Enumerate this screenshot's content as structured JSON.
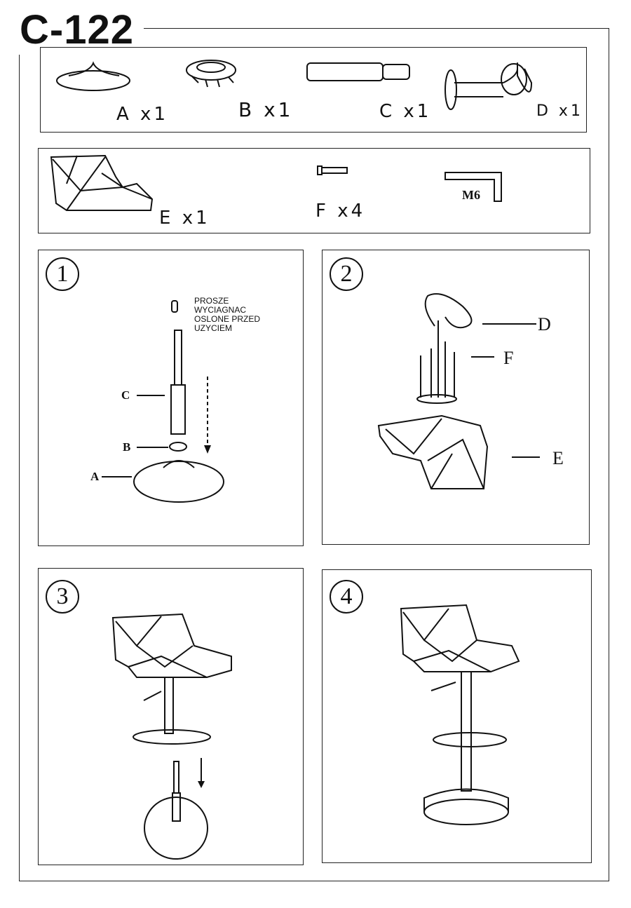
{
  "title": "C-122",
  "parts": [
    {
      "id": "A",
      "label": "A x1"
    },
    {
      "id": "B",
      "label": "B x1"
    },
    {
      "id": "C",
      "label": "C x1"
    },
    {
      "id": "D",
      "label": "D x1"
    },
    {
      "id": "E",
      "label": "E x1"
    },
    {
      "id": "F",
      "label": "F x4"
    },
    {
      "id": "M6",
      "label": "M6"
    }
  ],
  "steps": [
    {
      "number": "1",
      "labels": [
        "C",
        "B",
        "A"
      ],
      "note": [
        "PROSZE",
        "WYCIAGNAC",
        "OSLONE PRZED",
        "UZYCIEM"
      ]
    },
    {
      "number": "2",
      "labels": [
        "D",
        "F",
        "E"
      ]
    },
    {
      "number": "3"
    },
    {
      "number": "4"
    }
  ]
}
